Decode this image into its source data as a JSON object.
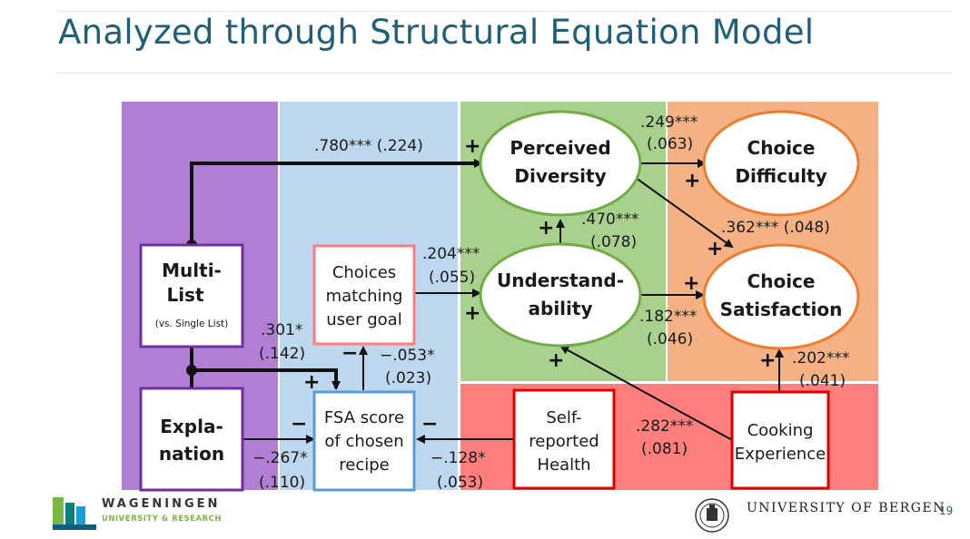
{
  "slide": {
    "title": "Analyzed through Structural Equation Model",
    "page_number": "19"
  },
  "nodes": {
    "multi_list": {
      "line1": "Multi-",
      "line2": "List",
      "note": "(vs. Single List)"
    },
    "explanation": {
      "line1": "Expla-",
      "line2": "nation"
    },
    "choices_matching": {
      "line1": "Choices",
      "line2": "matching",
      "line3": "user goal"
    },
    "fsa_score": {
      "line1": "FSA score",
      "line2": "of chosen",
      "line3": "recipe"
    },
    "self_reported": {
      "line1": "Self-",
      "line2": "reported",
      "line3": "Health"
    },
    "cooking": {
      "line1": "Cooking",
      "line2": "Experience"
    },
    "perceived_diversity": {
      "line1": "Perceived",
      "line2": "Diversity"
    },
    "understandability": {
      "line1": "Understand-",
      "line2": "ability"
    },
    "choice_difficulty": {
      "line1": "Choice",
      "line2": "Difficulty"
    },
    "choice_satisfaction": {
      "line1": "Choice",
      "line2": "Satisfaction"
    }
  },
  "paths": {
    "ml_pd": {
      "coef": ".780*** (.224)",
      "sign": "+"
    },
    "ml_fsa": {
      "coef": ".301*",
      "se": "(.142)",
      "sign": "+"
    },
    "exp_fsa": {
      "coef": "−.267*",
      "se": "(.110)",
      "sign": "−"
    },
    "fsa_cm": {
      "coef": "−.053*",
      "se": "(.023)",
      "sign": "−"
    },
    "sh_fsa": {
      "coef": "−.128*",
      "se": "(.053)",
      "sign": "−"
    },
    "cm_und": {
      "coef": ".204***",
      "se": "(.055)",
      "sign": "+"
    },
    "und_pd": {
      "coef": ".470***",
      "se": "(.078)",
      "sign": "+"
    },
    "pd_cd": {
      "coef": ".249***",
      "se": "(.063)",
      "sign": "+"
    },
    "pd_cs": {
      "coef": ".362*** (.048)",
      "sign": "+"
    },
    "und_cs": {
      "coef": ".182***",
      "se": "(.046)",
      "sign": "+"
    },
    "ce_cs": {
      "coef": ".202***",
      "se": "(.041)",
      "sign": "+"
    },
    "ce_und": {
      "coef": ".282***",
      "se": "(.081)",
      "sign": "+"
    }
  },
  "footer": {
    "wur_name": "WAGENINGEN",
    "wur_sub": "UNIVERSITY & RESEARCH",
    "uib_name": "UNIVERSITY OF BERGEN"
  },
  "colors": {
    "title": "#1f5f78",
    "purple_panel": "#b07fd4",
    "blue_panel": "#bdd7ee",
    "green_panel": "#a9d18e",
    "orange_panel": "#f4b183",
    "red_panel": "#ff7f7f",
    "purple_border": "#7030a0",
    "blue_border": "#5b9bd5",
    "pink_border": "#ff7c80",
    "red_border": "#e00000",
    "green_border": "#70ad47",
    "orange_border": "#ed7d31"
  }
}
